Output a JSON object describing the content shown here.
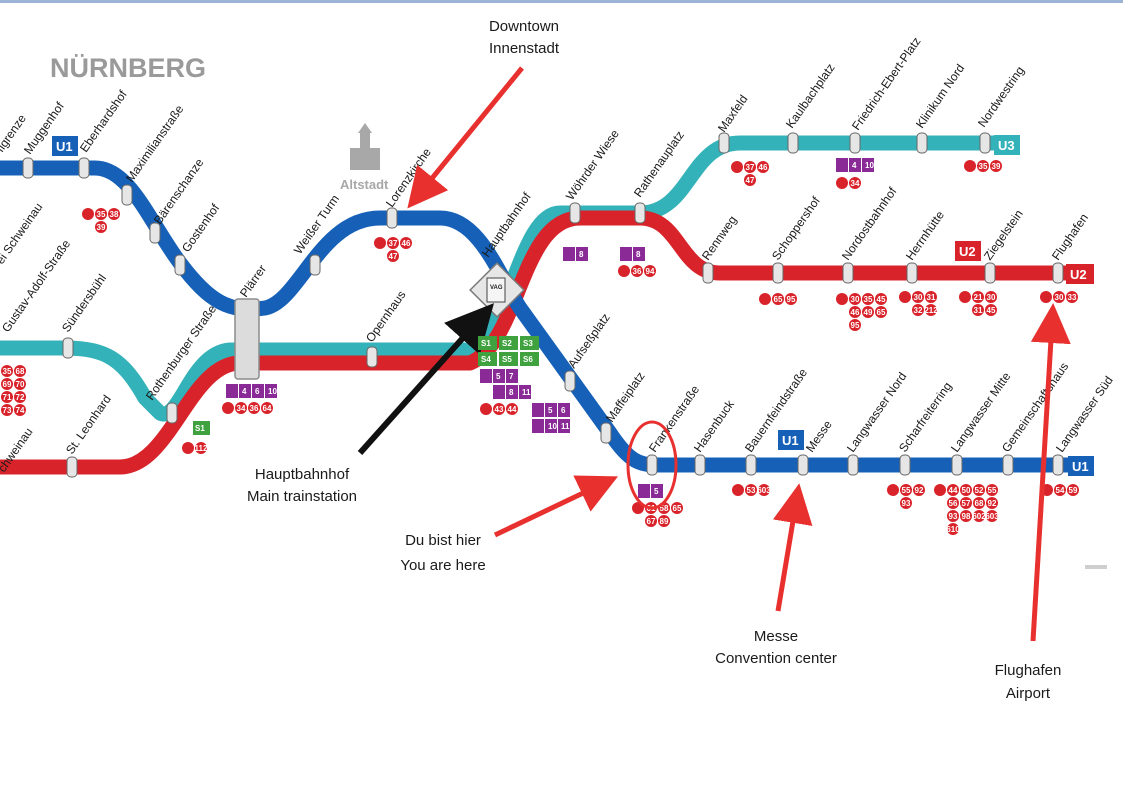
{
  "city_title": "NÜRNBERG",
  "altstadt_label": "Altstadt",
  "lines": {
    "u1": {
      "label": "U1",
      "color": "#1660b8"
    },
    "u2": {
      "label": "U2",
      "color": "#d9232a"
    },
    "u3": {
      "label": "U3",
      "color": "#33b2b9"
    }
  },
  "stations": {
    "gustav": "Gustav-Adolf-Straße",
    "schweinau_top": "ei Schweinau",
    "gugelgrenze": "ılgrenze",
    "muggenhof": "Muggenhof",
    "eberhardshof": "Eberhardshof",
    "maximilian": "Maximilianstraße",
    "baerenschanze": "Bärenschanze",
    "gostenhof": "Gostenhof",
    "plaerrer": "Plärrer",
    "weisser_turm": "Weißer Turm",
    "lorenzkirche": "Lorenzkirche",
    "hauptbahnhof": "Hauptbahnhof",
    "woehrder": "Wöhrder Wiese",
    "rathenau": "Rathenauplatz",
    "maxfeld": "Maxfeld",
    "kaulbach": "Kaulbachplatz",
    "friedrich": "Friedrich-Ebert-Platz",
    "klinikum": "Klinikum Nord",
    "nordwest": "Nordwestring",
    "rennweg": "Rennweg",
    "schopper": "Schoppershof",
    "nordost": "Nordostbahnhof",
    "herrnhuette": "Herrnhütte",
    "ziegelstein": "Ziegelstein",
    "flughafen": "Flughafen",
    "sundersbuehl": "Sündersbühl",
    "rothenburger": "Rothenburger Straße",
    "opernhaus": "Opernhaus",
    "aufsessplatz": "Aufseßplatz",
    "schweinau_low": "chweinau",
    "st_leonhard": "St. Leonhard",
    "maffeiplatz": "Maffeiplatz",
    "frankenstrasse": "Frankenstraße",
    "hasenbuck": "Hasenbuck",
    "bauernfeind": "Bauernfeindstraße",
    "messe": "Messe",
    "langwasser_nord": "Langwasser Nord",
    "scharfreiter": "Scharfreiterring",
    "langwasser_mitte": "Langwasser Mitte",
    "gemeinschaftshaus": "Gemeinschaftshaus",
    "langwasser_sued": "Langwasser Süd"
  },
  "callouts": {
    "downtown": [
      "Downtown",
      "Innenstadt"
    ],
    "hbf": [
      "Hauptbahnhof",
      "Main trainstation"
    ],
    "you_are_here": [
      "Du bist hier",
      "You are here"
    ],
    "messe": [
      "Messe",
      "Convention center"
    ],
    "airport": [
      "Flughafen",
      "Airport"
    ]
  },
  "sbahn_badges": [
    "S1",
    "S2",
    "S3",
    "S4",
    "S5",
    "S6"
  ],
  "tram_numbers": {
    "plaerrer": [
      "4",
      "6",
      "10"
    ],
    "hbf": [
      "5",
      "7",
      "8",
      "11"
    ],
    "aufsess": [
      "5",
      "6",
      "10",
      "11"
    ],
    "woehrder": [
      "8"
    ],
    "rathenau": [
      "8"
    ],
    "friedrich": [
      "4",
      "10"
    ],
    "frankenstrasse": [
      "5"
    ]
  },
  "bus_numbers": {
    "plaerrer": [
      "34",
      "36",
      "64"
    ],
    "hbf": [
      "43",
      "44"
    ],
    "lorenz": [
      "37",
      "46",
      "47"
    ],
    "maxfeld": [
      "37",
      "46",
      "47"
    ],
    "rathenau": [
      "36",
      "94"
    ],
    "friedrich": [
      "34"
    ],
    "nordwest": [
      "35",
      "39"
    ],
    "schopper": [
      "65",
      "95"
    ],
    "nordost": [
      "30",
      "35",
      "45",
      "46",
      "49",
      "65",
      "95"
    ],
    "herrnhuette": [
      "30",
      "31",
      "32",
      "212"
    ],
    "ziegelstein": [
      "21",
      "30",
      "31",
      "45"
    ],
    "flughafen": [
      "30",
      "33"
    ],
    "rothenburger": [
      "112"
    ],
    "eberhardshof": [
      "35",
      "38",
      "39"
    ],
    "frankenstrasse": [
      "61",
      "58",
      "65",
      "67",
      "89"
    ],
    "bauernfeind": [
      "53",
      "603"
    ],
    "scharfreiter": [
      "55",
      "92",
      "93"
    ],
    "langwasser_mitte": [
      "44",
      "50",
      "52",
      "55",
      "56",
      "57",
      "68",
      "92",
      "93",
      "98",
      "602",
      "603",
      "610"
    ],
    "langwasser_sued": [
      "54",
      "59"
    ],
    "left_edge": [
      "35",
      "68",
      "69",
      "70",
      "71",
      "72",
      "73",
      "74"
    ]
  },
  "colors": {
    "arrow_red": "#e8312f",
    "arrow_black": "#111111",
    "tram_purple": "#8a2a97",
    "sbahn_green": "#3fa23e",
    "bus_red": "#d9232a"
  }
}
